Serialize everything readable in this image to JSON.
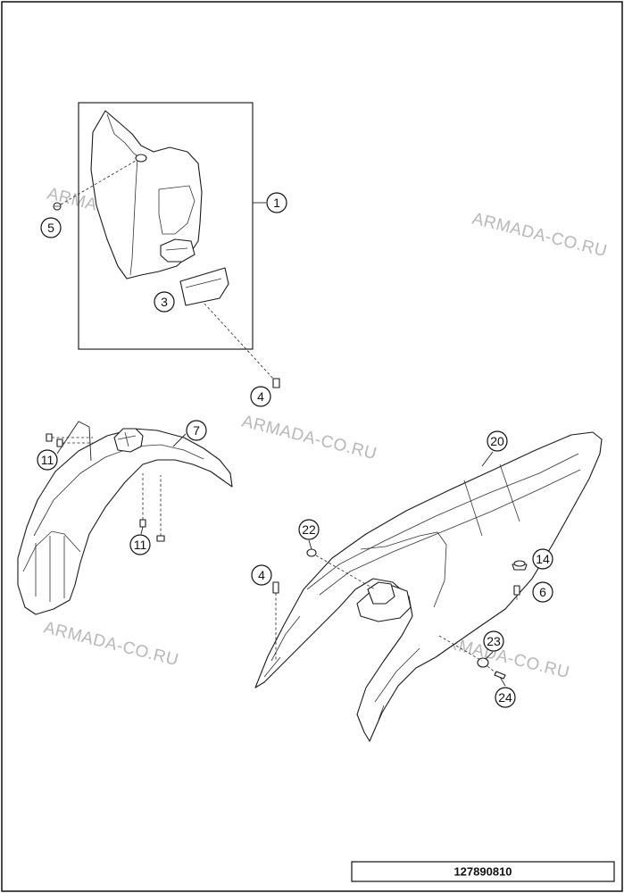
{
  "diagram": {
    "callouts": {
      "c1": "1",
      "c3": "3",
      "c4a": "4",
      "c4b": "4",
      "c5": "5",
      "c6": "6",
      "c7": "7",
      "c11a": "11",
      "c11b": "11",
      "c14": "14",
      "c20": "20",
      "c22": "22",
      "c23": "23",
      "c24": "24"
    },
    "watermark": {
      "w1": "ARMADA-CO.RU",
      "w2": "ARMADA-CO.RU",
      "w3": "ARMADA-CO.RU",
      "w4": "ARMADA-CO.RU",
      "w5": "ARMADA-CO.RU"
    },
    "drawing_number": "127890810"
  }
}
